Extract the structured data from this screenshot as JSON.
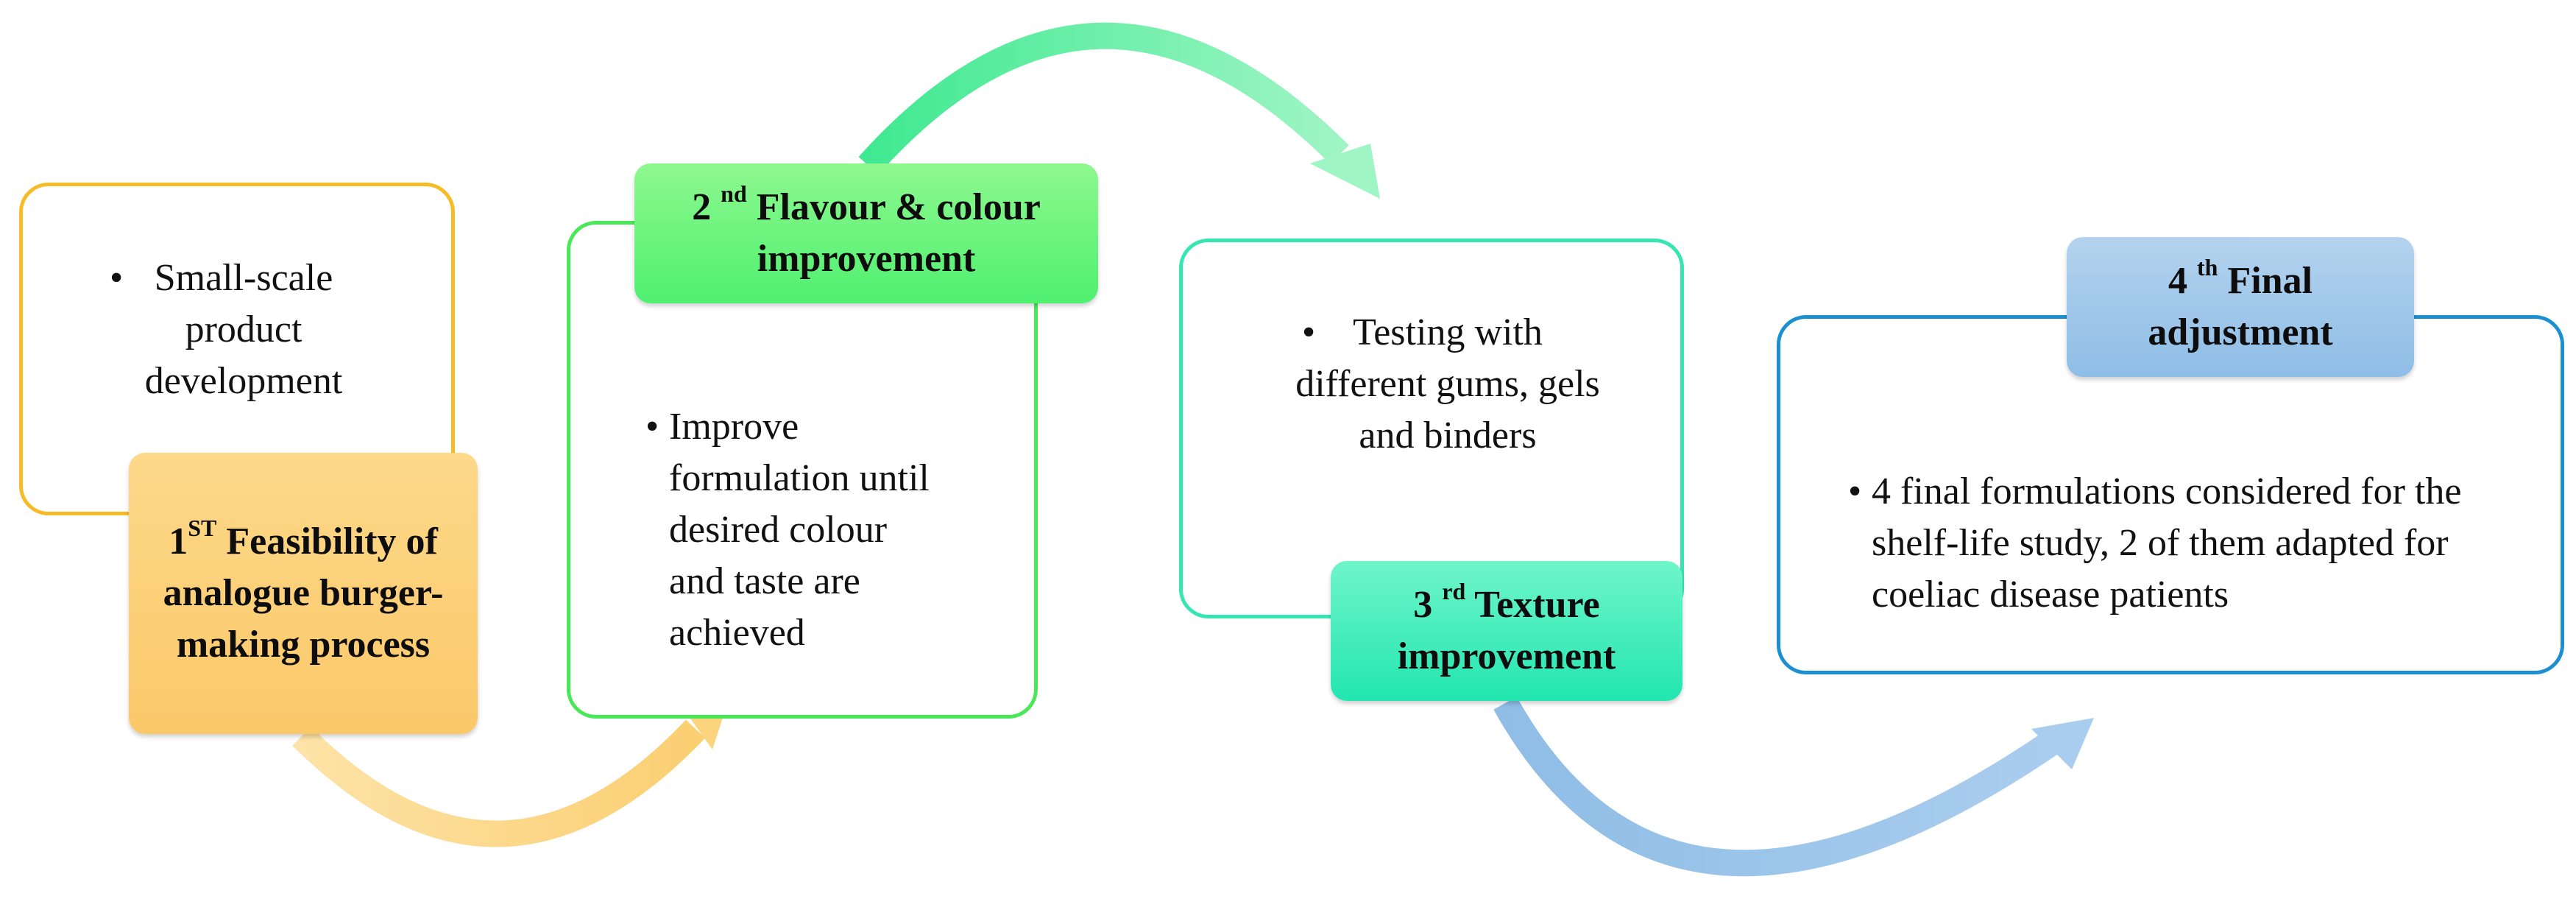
{
  "colors": {
    "stage1": "#f6bb26",
    "stage2": "#49e856",
    "stage3": "#35e6b2",
    "stage4": "#1b8fcf",
    "arrow1": "#fcd47d",
    "arrow2": "#6ff3a6",
    "arrow3": "#8fbce6"
  },
  "stages": [
    {
      "number": "1",
      "ordinal": "ST",
      "title": "Feasibility of analogue burger-making process",
      "bullets": [
        "Small-scale product development"
      ]
    },
    {
      "number": "2",
      "ordinal": "nd",
      "title": "Flavour & colour improvement",
      "bullets": [
        "Improve formulation until desired colour and taste are achieved"
      ]
    },
    {
      "number": "3",
      "ordinal": "rd",
      "title": "Texture improvement",
      "bullets": [
        "Testing with different gums, gels and binders"
      ]
    },
    {
      "number": "4",
      "ordinal": "th",
      "title": "Final adjustment",
      "bullets": [
        "4 final formulations considered for the shelf-life study, 2 of them adapted for coeliac disease patients"
      ]
    }
  ],
  "bullet_symbol": "•"
}
